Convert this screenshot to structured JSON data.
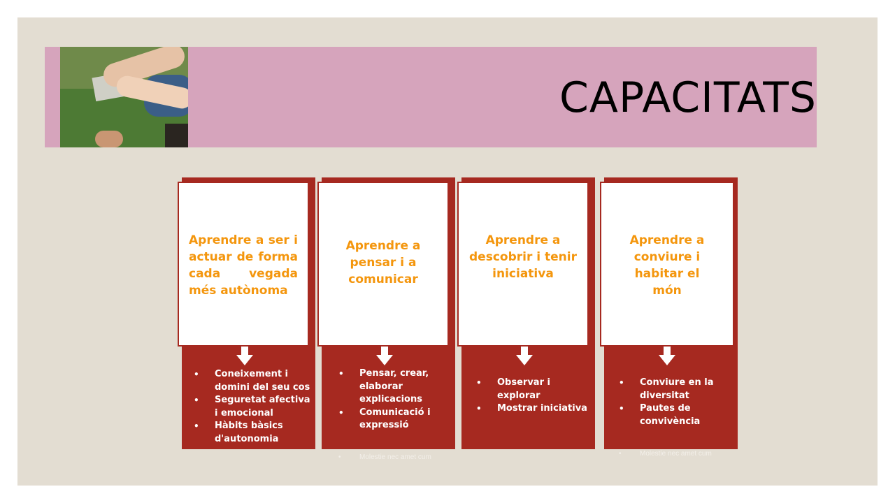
{
  "slide": {
    "title": "CAPACITATS",
    "photo_icon": "children-hands-photo"
  },
  "columns": [
    {
      "heading": "Aprendre a ser i actuar de forma cada vegada més autònoma",
      "items": [
        "Coneixement i domini del seu cos",
        "Seguretat afectiva i emocional",
        "Hàbits bàsics d'autonomia"
      ]
    },
    {
      "heading": "Aprendre a pensar i a comunicar",
      "items": [
        "Pensar, crear, elaborar explicacions",
        "Comunicació i expressió"
      ],
      "ghost": "Molestie nec amet cum"
    },
    {
      "heading": "Aprendre a descobrir i tenir iniciativa",
      "items": [
        "Observar i explorar",
        "Mostrar iniciativa"
      ]
    },
    {
      "heading": "Aprendre a conviure i habitar el món",
      "items": [
        "Conviure en la diversitat",
        "Pautes de convivència"
      ],
      "ghost": "Molestie nec amet cum"
    }
  ],
  "colors": {
    "background": "#e3ddd2",
    "banner": "#d6a4bc",
    "column_red": "#a62920",
    "heading_orange": "#f4960d"
  }
}
